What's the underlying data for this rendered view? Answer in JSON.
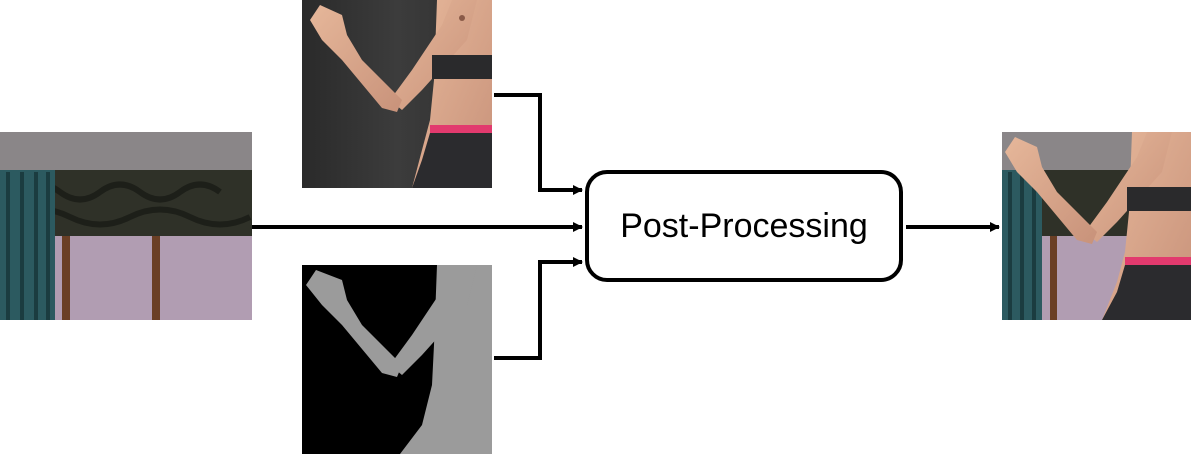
{
  "process": {
    "label": "Post-Processing"
  },
  "images": {
    "character": "character-render",
    "background": "background-render",
    "mask": "segmentation-mask",
    "result": "composited-output"
  },
  "colors": {
    "arrow": "#000000",
    "box_border": "#000000",
    "wall": "#b19db2",
    "curtain": "#2c5a60",
    "mask_fg": "#9b9b9b",
    "mask_bg": "#000000",
    "waistband": "#e23a6e",
    "skin": "#d9a889"
  }
}
